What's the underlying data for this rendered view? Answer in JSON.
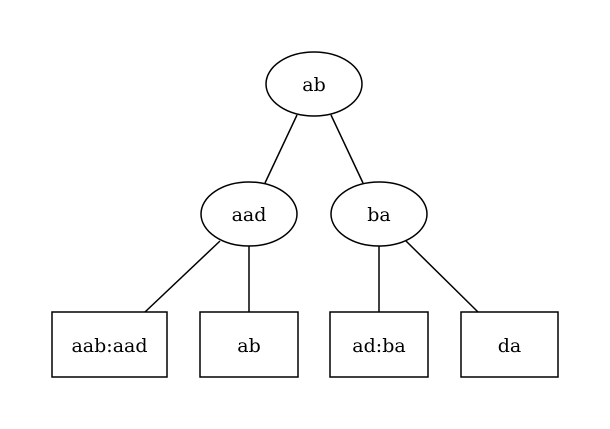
{
  "tree": {
    "nodes": [
      {
        "id": "root",
        "label": "ab",
        "shape": "ellipse"
      },
      {
        "id": "left",
        "label": "aad",
        "shape": "ellipse"
      },
      {
        "id": "right",
        "label": "ba",
        "shape": "ellipse"
      },
      {
        "id": "leaf1",
        "label": "aab:aad",
        "shape": "box"
      },
      {
        "id": "leaf2",
        "label": "ab",
        "shape": "box"
      },
      {
        "id": "leaf3",
        "label": "ad:ba",
        "shape": "box"
      },
      {
        "id": "leaf4",
        "label": "da",
        "shape": "box"
      }
    ],
    "edges": [
      {
        "from": "root",
        "to": "left"
      },
      {
        "from": "root",
        "to": "right"
      },
      {
        "from": "left",
        "to": "leaf1"
      },
      {
        "from": "left",
        "to": "leaf2"
      },
      {
        "from": "right",
        "to": "leaf3"
      },
      {
        "from": "right",
        "to": "leaf4"
      }
    ]
  }
}
